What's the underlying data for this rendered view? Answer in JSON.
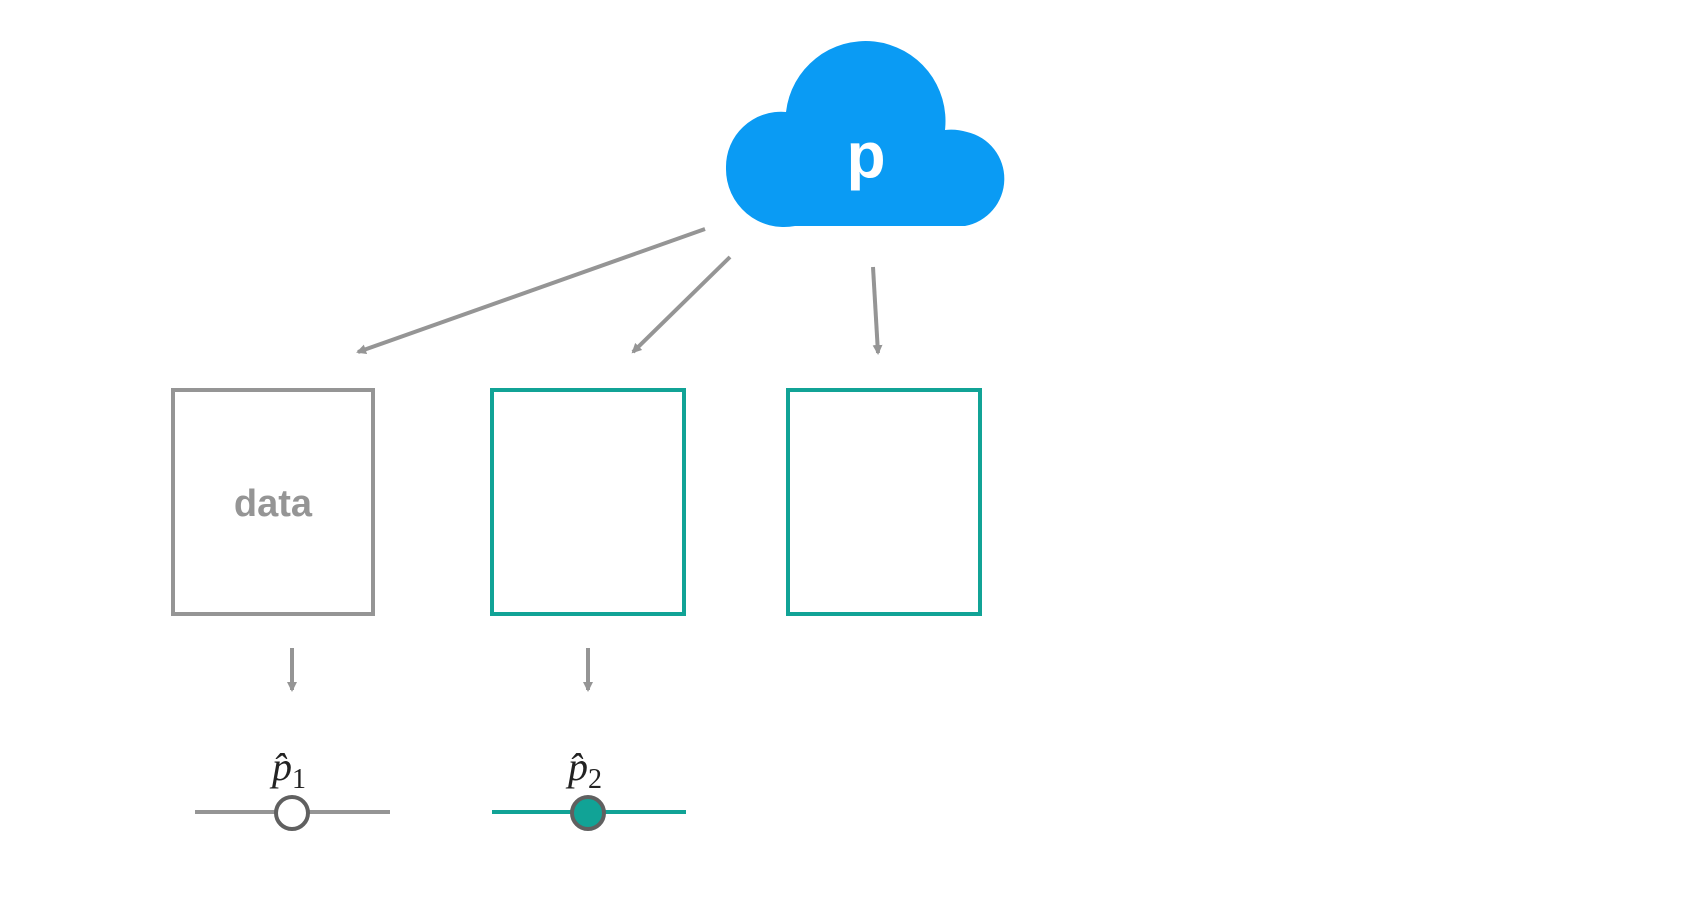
{
  "colors": {
    "cloud": "#0a9bf4",
    "gray": "#959595",
    "teal": "#11a396",
    "marker_stroke": "#606060"
  },
  "cloud": {
    "label": "p"
  },
  "boxes": [
    {
      "label": "data",
      "color": "gray"
    },
    {
      "label": "",
      "color": "teal"
    },
    {
      "label": "",
      "color": "teal"
    }
  ],
  "estimates": [
    {
      "symbol": "p̂",
      "subscript": "1",
      "marker": "hollow",
      "color": "gray"
    },
    {
      "symbol": "p̂",
      "subscript": "2",
      "marker": "filled",
      "color": "teal"
    }
  ]
}
